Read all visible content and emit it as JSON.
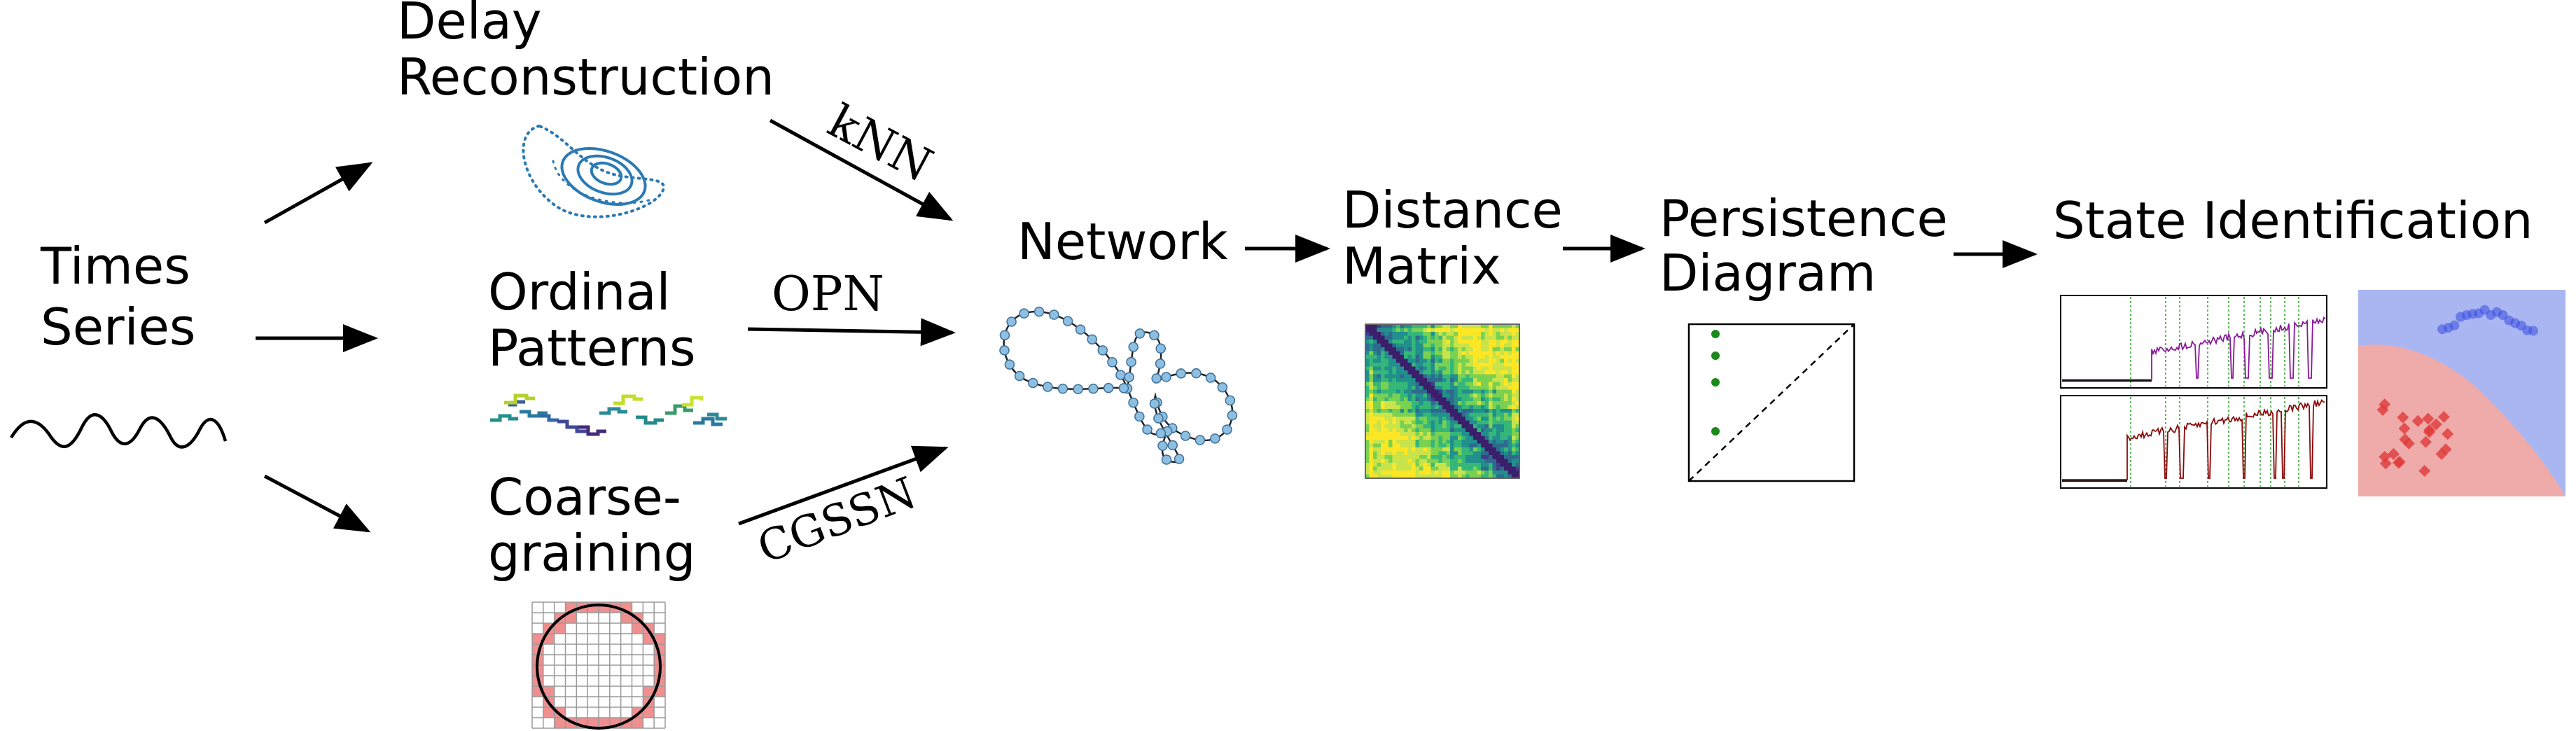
{
  "nodes": {
    "time_series_line1": "Times",
    "time_series_line2": "Series",
    "delay_line1": "Delay",
    "delay_line2": "Reconstruction",
    "ordinal_line1": "Ordinal",
    "ordinal_line2": "Patterns",
    "coarse_line1": "Coarse-",
    "coarse_line2": "graining",
    "network": "Network",
    "distance_line1": "Distance",
    "distance_line2": "Matrix",
    "persistence_line1": "Persistence",
    "persistence_line2": "Diagram",
    "state_identification": "State Identification"
  },
  "edge_labels": {
    "knn": "kNN",
    "opn": "OPN",
    "cgssn": "CGSSN"
  },
  "colors": {
    "attractor": "#2a7ab5",
    "network_node": "#8fbfe0",
    "network_node_edge": "#3b6f99",
    "coarse_grid_fill": "#ef8f8f",
    "persistence_point": "#1a8a1a",
    "heatmap_dark": "#3b1f6b",
    "heatmap_mid": "#1f9e89",
    "heatmap_light": "#c9e34a",
    "signal_purple": "#8a1a9a",
    "signal_red": "#8a0a0a",
    "state_line": "#2aa02a",
    "region_blue": "#aab6f2",
    "region_red": "#efaaaa",
    "cluster_blue": "#3a4fe0",
    "cluster_red": "#e03a3a"
  }
}
